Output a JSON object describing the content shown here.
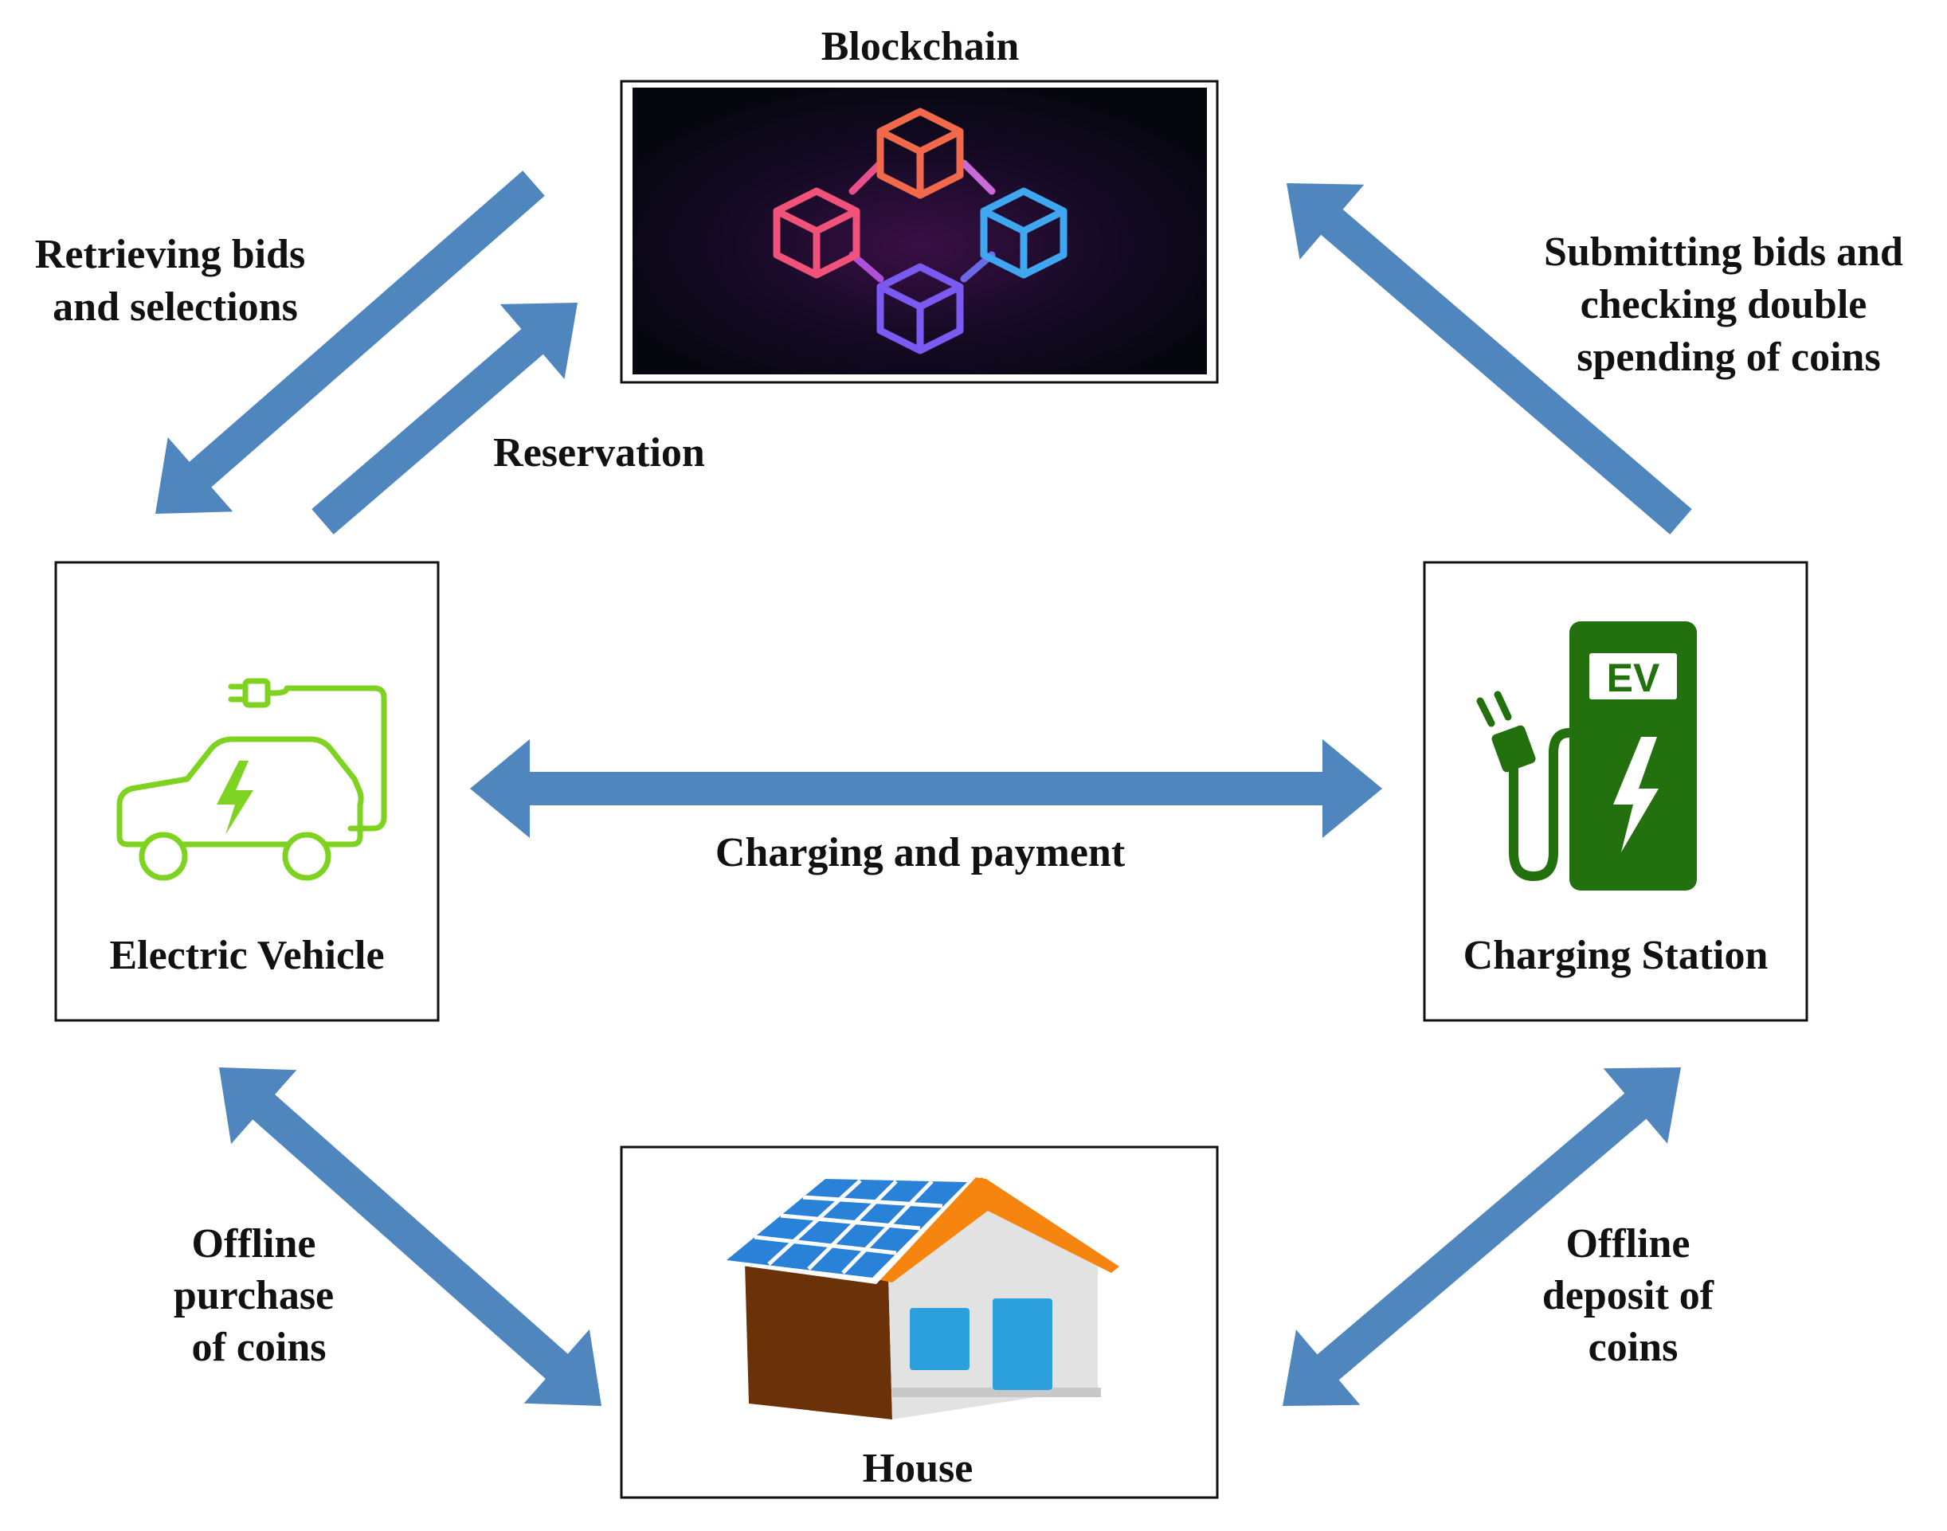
{
  "nodes": {
    "blockchain": {
      "label": "Blockchain"
    },
    "electric_vehicle": {
      "label": "Electric Vehicle"
    },
    "charging_station": {
      "label": "Charging Station",
      "pump_text": "EV"
    },
    "house": {
      "label": "House"
    }
  },
  "edges": {
    "retrieving": {
      "lines": [
        "Retrieving bids",
        "and selections"
      ]
    },
    "reservation": {
      "lines": [
        "Reservation"
      ]
    },
    "submitting": {
      "lines": [
        "Submitting bids and",
        "checking double",
        "spending of coins"
      ]
    },
    "charging_payment": {
      "lines": [
        "Charging and payment"
      ]
    },
    "offline_purchase": {
      "lines": [
        "Offline",
        "purchase",
        "of coins"
      ]
    },
    "offline_deposit": {
      "lines": [
        "Offline",
        "deposit of",
        "coins"
      ]
    }
  },
  "colors": {
    "arrow": "#4f86be",
    "ev_icon": "#7ed321",
    "station_green": "#23700f",
    "roof": "#f5850f",
    "wall_dark": "#6b3108",
    "wall_light": "#e2e2e2",
    "solar": "#2a82d8",
    "window": "#2ba0dc"
  }
}
